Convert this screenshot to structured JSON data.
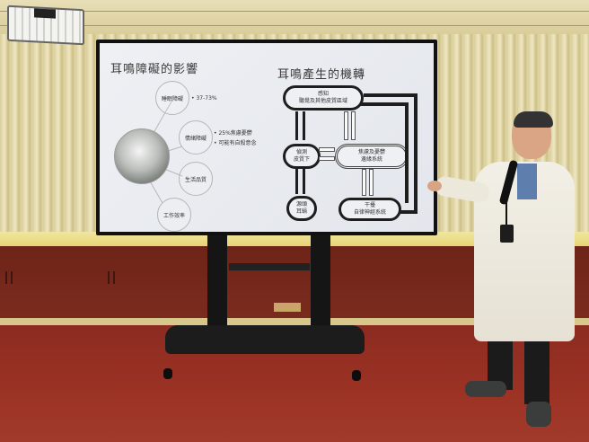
{
  "scene": {
    "description": "Doctor in white coat presenting slides about tinnitus on a large display mounted on a mobile stand",
    "colors": {
      "curtain": "#e2d8a9",
      "cabinet": "#7a2a1e",
      "floor": "#9c3325",
      "screen_bg": "#eef0f4",
      "stand": "#151515",
      "coat": "#f2efe6"
    }
  },
  "slide": {
    "left_panel": {
      "title": "耳鳴障礙的影響",
      "nodes": [
        {
          "label": "睡眠障礙",
          "bullets": [
            "• 37-73%"
          ]
        },
        {
          "label": "情緒障礙",
          "bullets": [
            "• 25%焦慮憂鬱",
            "• 可能有自殺意念"
          ]
        },
        {
          "label": "生活品質",
          "bullets": []
        },
        {
          "label": "工作效率",
          "bullets": []
        }
      ]
    },
    "right_panel": {
      "title": "耳鳴產生的機轉",
      "boxes": [
        {
          "line1": "感知",
          "line2": "聽覺及其他皮質區域"
        },
        {
          "line1": "偵測",
          "line2": "皮質下"
        },
        {
          "line1": "焦慮及憂鬱",
          "line2": "邊緣系統"
        },
        {
          "line1": "源頭",
          "line2": "耳蝸"
        },
        {
          "line1": "干擾",
          "line2": "自律神經系統"
        }
      ]
    }
  }
}
